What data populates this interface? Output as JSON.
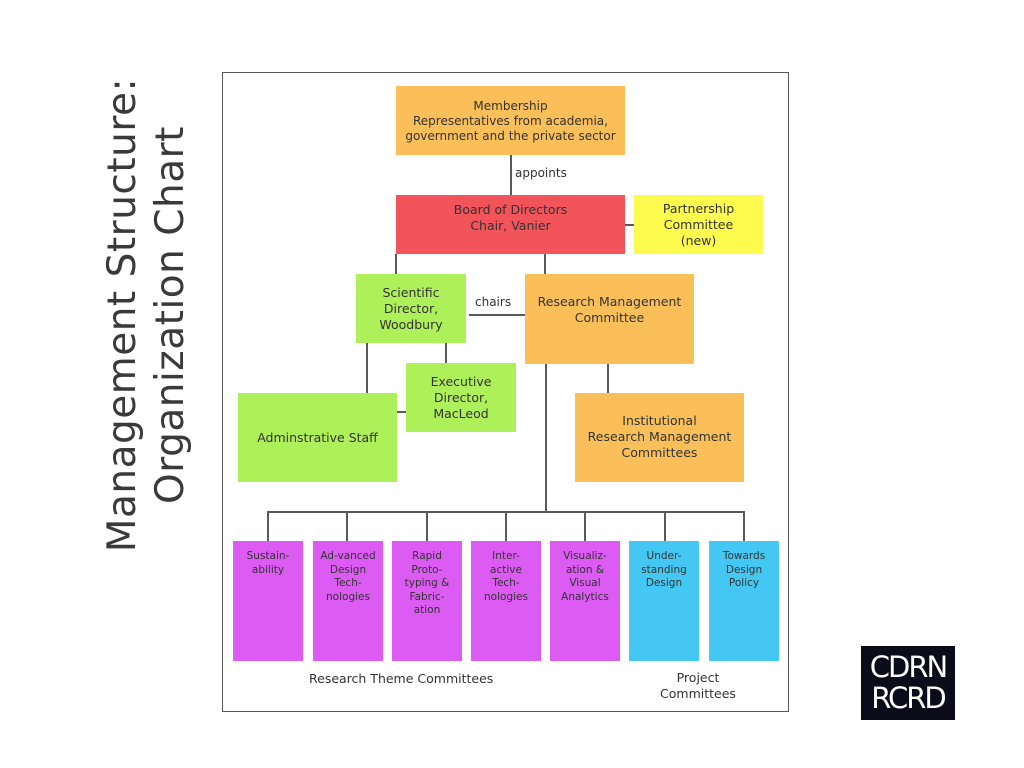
{
  "slide": {
    "title_line1": "Management Structure:",
    "title_line2": "Organization Chart"
  },
  "chart": {
    "membership": {
      "title": "Membership",
      "line1": "Representatives from academia,",
      "line2": "government and the private sector"
    },
    "appoints_label": "appoints",
    "board": {
      "line1": "Board of Directors",
      "line2": "Chair, Vanier"
    },
    "partnership": {
      "line1": "Partnership",
      "line2": "Committee",
      "line3": "(new)"
    },
    "scientific_director": {
      "line1": "Scientific",
      "line2": "Director,",
      "line3": "Woodbury"
    },
    "chairs_label": "chairs",
    "research_mgmt": {
      "line1": "Research Management",
      "line2": "Committee"
    },
    "executive_director": {
      "line1": "Executive",
      "line2": "Director,",
      "line3": "MacLeod"
    },
    "admin_staff": "Adminstrative Staff",
    "institutional": {
      "line1": "Institutional",
      "line2": "Research Management",
      "line3": "Committees"
    },
    "themes": [
      {
        "l1": "Sustain-",
        "l2": "ability",
        "l3": "",
        "l4": "",
        "l5": ""
      },
      {
        "l1": "Ad-vanced",
        "l2": "Design",
        "l3": "Tech-",
        "l4": "nologies",
        "l5": ""
      },
      {
        "l1": "Rapid",
        "l2": "Proto-",
        "l3": "typing &",
        "l4": "Fabric-",
        "l5": "ation"
      },
      {
        "l1": "Inter-",
        "l2": "active",
        "l3": "Tech-",
        "l4": "nologies",
        "l5": ""
      },
      {
        "l1": "Visualiz-",
        "l2": "ation &",
        "l3": "Visual",
        "l4": "Analytics",
        "l5": ""
      },
      {
        "l1": "Under-",
        "l2": "standing",
        "l3": "Design",
        "l4": "",
        "l5": ""
      },
      {
        "l1": "Towards",
        "l2": "Design",
        "l3": "Policy",
        "l4": "",
        "l5": ""
      }
    ],
    "research_theme_label": "Research Theme Committees",
    "project_label_line1": "Project",
    "project_label_line2": "Committees"
  },
  "logo": {
    "line1": "CDRN",
    "line2": "RCRD"
  },
  "colors": {
    "orange": "#fbbf5a",
    "red": "#f2545b",
    "yellow": "#fdfb4e",
    "green": "#aef05a",
    "magenta": "#dc5cf3",
    "blue": "#44c7f2"
  }
}
